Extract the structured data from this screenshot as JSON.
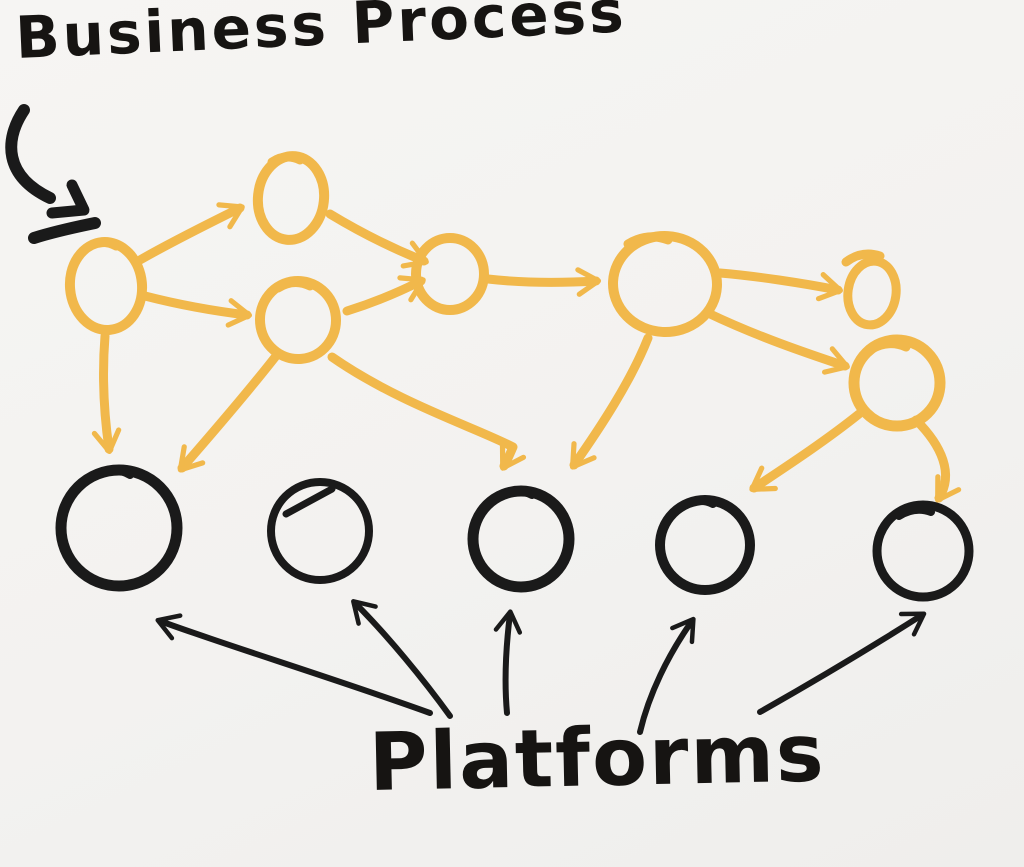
{
  "labels": {
    "business_process": "Business Process",
    "platforms": "Platforms"
  },
  "colors": {
    "process_ink": "#F1B84B",
    "platform_ink": "#1A1A1A",
    "paper": "#F4F3F1"
  },
  "diagram": {
    "type": "hand-drawn-flow",
    "description_visible_only": "Yellow business-process node network on top feeding down into five black platform circles; Platforms label points up at each circle; Business Process label points at the first yellow node.",
    "process_nodes": [
      {
        "id": "p1",
        "role": "start"
      },
      {
        "id": "p2",
        "role": "branch-top"
      },
      {
        "id": "p3",
        "role": "branch-bottom"
      },
      {
        "id": "p4",
        "role": "merge"
      },
      {
        "id": "p5",
        "role": "hub"
      },
      {
        "id": "p6",
        "role": "terminal-small"
      },
      {
        "id": "p7",
        "role": "terminal-lower"
      }
    ],
    "platform_nodes": [
      {
        "id": "pl1"
      },
      {
        "id": "pl2"
      },
      {
        "id": "pl3"
      },
      {
        "id": "pl4"
      },
      {
        "id": "pl5"
      }
    ],
    "process_edges": [
      {
        "from": "p1",
        "to": "p2"
      },
      {
        "from": "p1",
        "to": "p3"
      },
      {
        "from": "p2",
        "to": "p4"
      },
      {
        "from": "p3",
        "to": "p4"
      },
      {
        "from": "p4",
        "to": "p5"
      },
      {
        "from": "p5",
        "to": "p6"
      },
      {
        "from": "p5",
        "to": "p7"
      }
    ],
    "process_to_platform_edges": [
      {
        "from": "p1",
        "to": "pl1"
      },
      {
        "from": "p3",
        "to": "pl1"
      },
      {
        "from": "p3",
        "to": "pl3"
      },
      {
        "from": "p5",
        "to": "pl3"
      },
      {
        "from": "p7",
        "to": "pl4"
      },
      {
        "from": "p7",
        "to": "pl5"
      }
    ],
    "platform_label_arrows": [
      "pl1",
      "pl2",
      "pl3",
      "pl4",
      "pl5"
    ],
    "business_process_pointer_target": "p1"
  }
}
